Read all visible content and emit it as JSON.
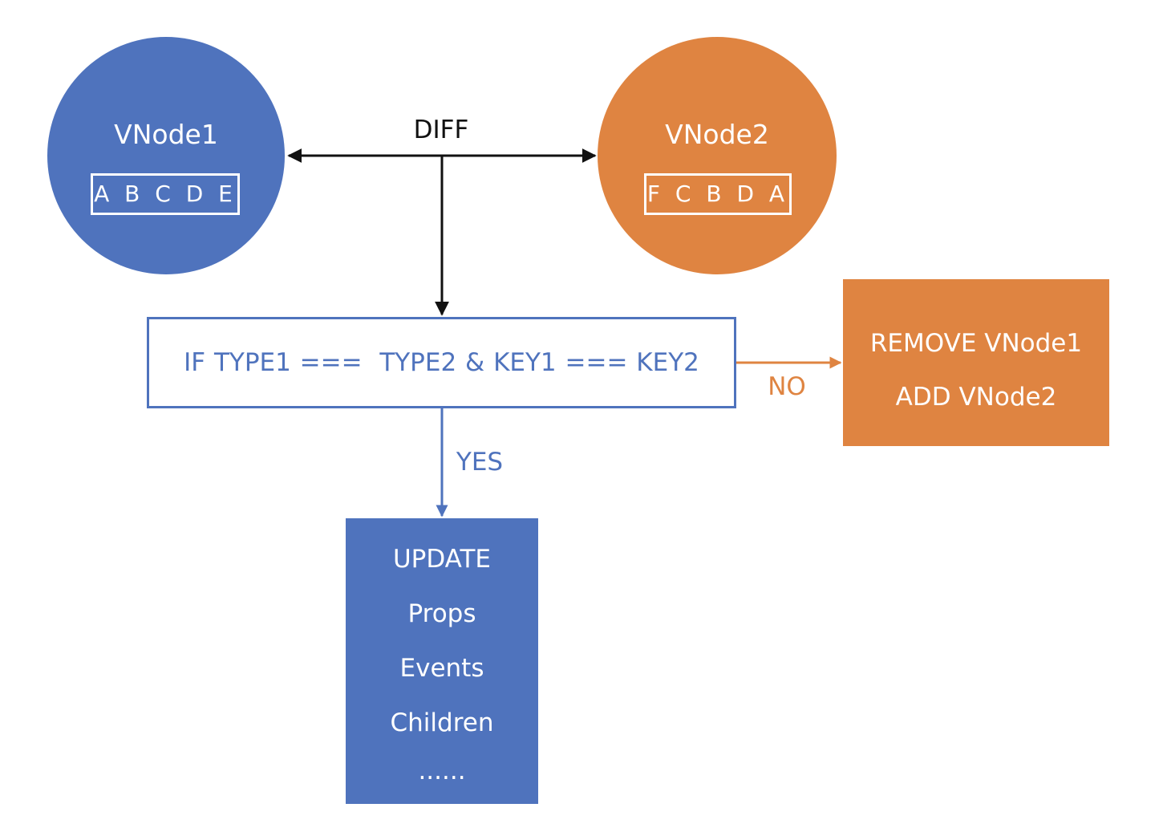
{
  "diagram": {
    "diff_label": "DIFF",
    "vnode1": {
      "title": "VNode1",
      "keys": "A B C D E",
      "color": "#4f73bd"
    },
    "vnode2": {
      "title": "VNode2",
      "keys": "F C B D A",
      "color": "#df8441"
    },
    "condition": {
      "text": "IF TYPE1 ===  TYPE2 & KEY1 === KEY2",
      "color": "#4f73bd"
    },
    "no_branch": {
      "label": "NO",
      "color": "#df8441",
      "lines": [
        "REMOVE VNode1",
        "ADD VNode2"
      ]
    },
    "yes_branch": {
      "label": "YES",
      "color": "#4f73bd",
      "lines": [
        "UPDATE",
        "Props",
        "Events",
        "Children",
        "......"
      ]
    }
  }
}
